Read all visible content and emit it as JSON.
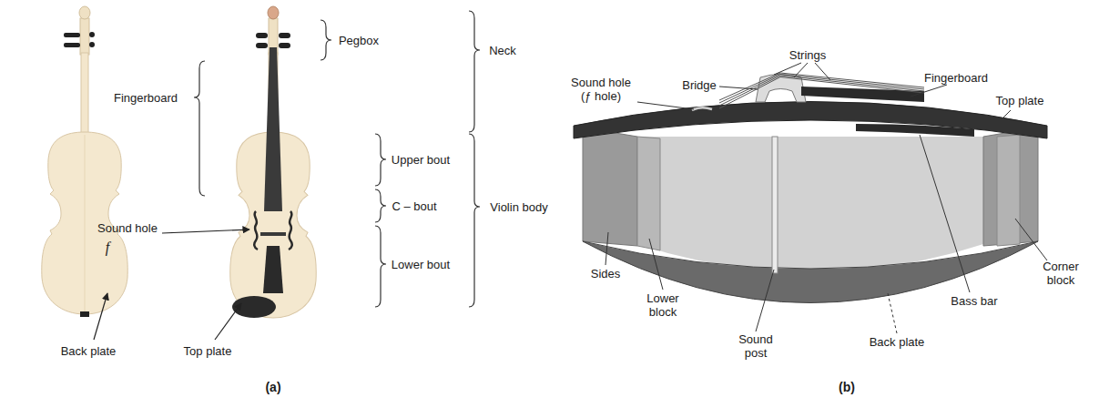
{
  "diagram": {
    "labels": [
      "Pegbox",
      "Neck",
      "Fingerboard",
      "Upper bout",
      "C – bout",
      "Violin body",
      "Sound hole",
      "f",
      "Lower bout",
      "Back plate",
      "Top plate",
      "(a)",
      "Strings",
      "Bridge",
      "Fingerboard",
      "Sound hole (ƒ hole)",
      "Top plate",
      "Sides",
      "Lower block",
      "Sound post",
      "Back plate",
      "Bass bar",
      "Corner block",
      "(b)"
    ]
  }
}
